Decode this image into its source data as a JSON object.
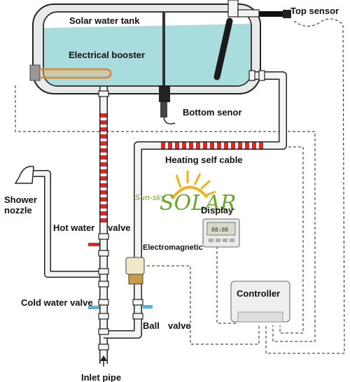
{
  "labels": {
    "tank": "Solar water tank",
    "booster": "Electrical booster",
    "top_sensor": "Top sensor",
    "bottom_sensor": "Bottom senor",
    "heating_cable": "Heating self cable",
    "display": "Display",
    "shower_line1": "Shower",
    "shower_line2": "nozzle",
    "hot_valve": "Hot water",
    "hot_valve_suffix": "valve",
    "electromagnetic": "Electromagnetic",
    "controller": "Controller",
    "cold_valve": "Cold water valve",
    "ball_valve": "Ball",
    "ball_valve_suffix": "valve",
    "inlet": "Inlet pipe"
  },
  "logo": {
    "sub": "Sun-sky",
    "main": "SOLAR"
  },
  "display_screen": "88:88",
  "colors": {
    "water": "#a9dcdc",
    "tank_shell": "#e8eaea",
    "pipe": "#f4f4f4",
    "heat_mark": "#d42a2a",
    "logo_sun": "#f0b020",
    "logo_text": "#6aa62a"
  }
}
